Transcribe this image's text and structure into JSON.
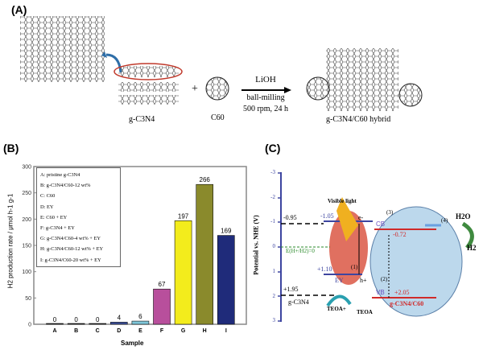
{
  "panels": {
    "a": {
      "label": "(A)",
      "g_c3n4_label": "g-C3N4",
      "plus": "+",
      "c60_label": "C60",
      "reagent": "LiOH",
      "condition1": "ball-milling",
      "condition2": "500 rpm, 24 h",
      "product_label": "g-C3N4/C60 hybrid"
    },
    "b": {
      "label": "(B)"
    },
    "c": {
      "label": "(C)",
      "ylabel": "Potential vs. NHE (V)",
      "yticks": [
        "-3",
        "-2",
        "-1",
        "0",
        "1",
        "2",
        "3"
      ],
      "visible_light": "Visible light",
      "g_c3n4_cb": "-0.95",
      "g_c3n4_vb": "+1.95",
      "g_c3n4_name": "g-C3N4",
      "ey_lumo": "-1.05",
      "ey_homo": "+1.10",
      "ey_name": "EY",
      "hybrid_cb": "-0.72",
      "hybrid_vb": "+2.05",
      "cb": "CB",
      "vb": "VB",
      "hybrid_name": "g-C3N4/C60",
      "h2_level": "E(H+/H2)=0",
      "electron": "e-",
      "hole": "h+",
      "step1": "(1)",
      "step2": "(2)",
      "step3": "(3)",
      "step4": "(4)",
      "h2o": "H2O",
      "h2": "H2",
      "teoa": "TEOA",
      "teoa_plus": "TEOA+"
    }
  },
  "chart_data": {
    "type": "bar",
    "title": "",
    "xlabel": "Sample",
    "ylabel": "H2 production rate / μmol h-1 g-1",
    "ylim": [
      0,
      300
    ],
    "yticks": [
      0,
      50,
      100,
      150,
      200,
      250,
      300
    ],
    "categories": [
      "A",
      "B",
      "C",
      "D",
      "E",
      "F",
      "G",
      "H",
      "I"
    ],
    "values": [
      0,
      0,
      0,
      4,
      6,
      67,
      197,
      266,
      169
    ],
    "data_labels": [
      "0",
      "0",
      "0",
      "4",
      "6",
      "67",
      "197",
      "266",
      "169"
    ],
    "colors": [
      "#222222",
      "#222222",
      "#222222",
      "#3b4f9c",
      "#7fc6d9",
      "#b84f9c",
      "#f3ec1c",
      "#8a8a2c",
      "#1f2b7a"
    ],
    "legend": [
      "A: pristine g-C3N4",
      "B: g-C3N4/C60-12 wt%",
      "C: C60",
      "D: EY",
      "E: C60 + EY",
      "F: g-C3N4 + EY",
      "G: g-C3N4/C60-4 wt% + EY",
      "H: g-C3N4/C60-12 wt% + EY",
      "I: g-C3N4/C60-20 wt% + EY"
    ],
    "legend_position": "top-left"
  }
}
